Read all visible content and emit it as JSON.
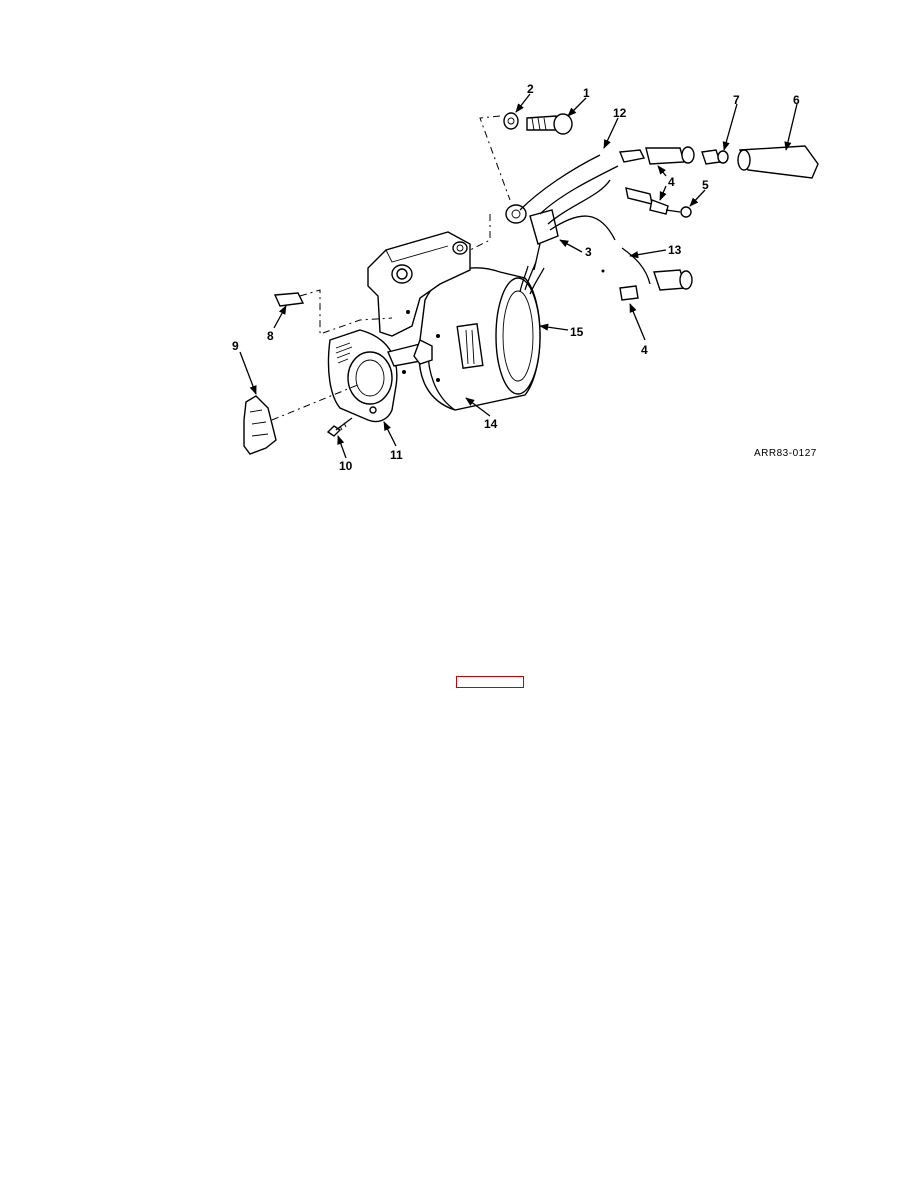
{
  "figure": {
    "id_label": "ARR83-0127",
    "callouts": {
      "c1": "1",
      "c2": "2",
      "c3": "3",
      "c4a": "4",
      "c4b": "4",
      "c5": "5",
      "c6": "6",
      "c7": "7",
      "c8": "8",
      "c9": "9",
      "c10": "10",
      "c11": "11",
      "c12": "12",
      "c13": "13",
      "c14": "14",
      "c15": "15"
    }
  },
  "colors": {
    "line": "#000000",
    "stamp_border": "#cc0000",
    "background": "#ffffff"
  }
}
